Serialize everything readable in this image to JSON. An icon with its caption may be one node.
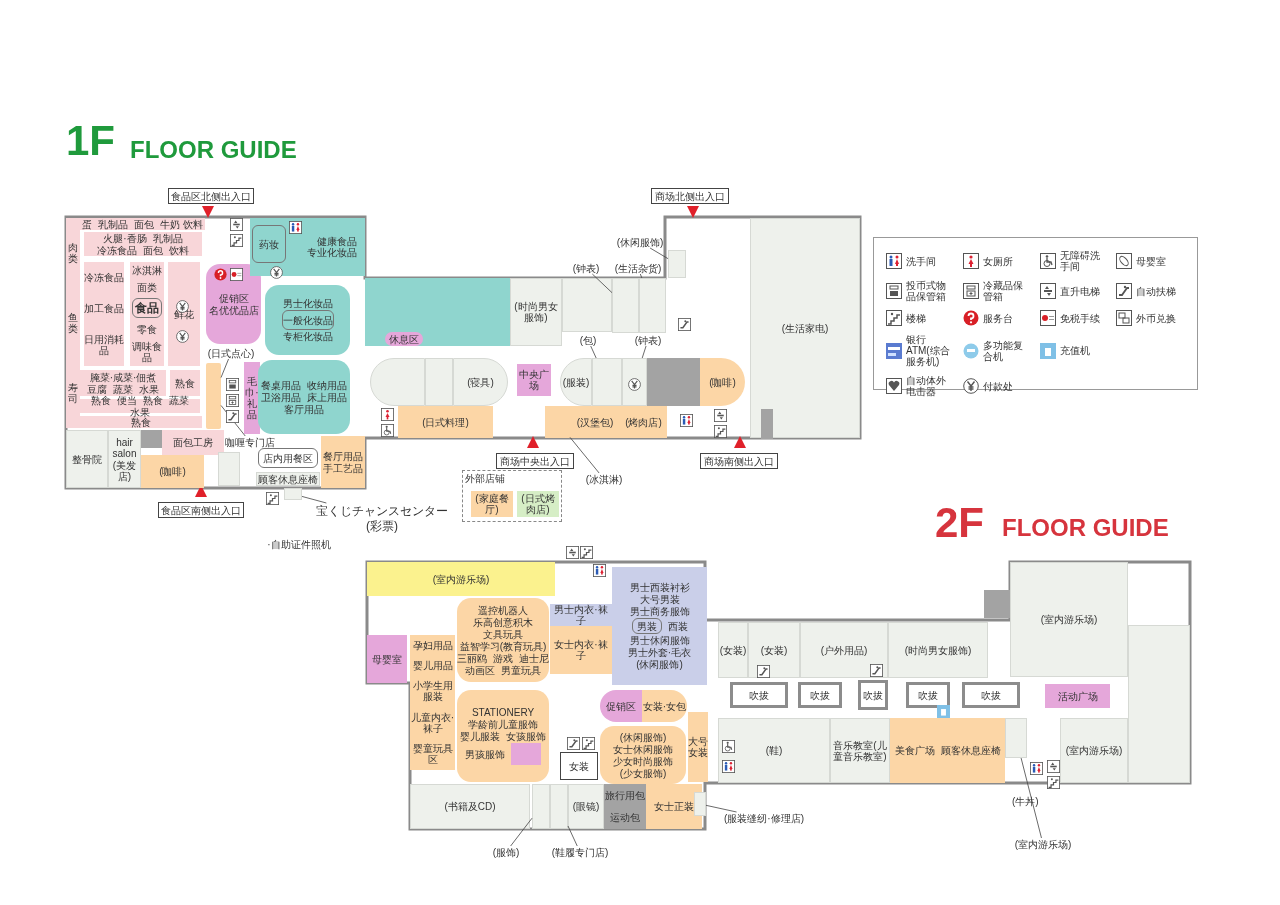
{
  "diagram": {
    "nodes": [
      {
        "text": [
          "食品区北侧出入口"
        ]
      },
      {
        "text": [
          "商场北侧出入口"
        ]
      },
      {
        "text": [
          "商场中央出入口"
        ]
      },
      {
        "text": [
          "商场南侧出入口"
        ]
      },
      {
        "text": [
          "食品区南侧出入口"
        ]
      },
      {
        "text": [
          "蛋",
          "乳制品",
          "面包",
          "牛奶 饮料"
        ]
      },
      {
        "text": [
          "肉类",
          "鱼类",
          "寿司"
        ]
      },
      {
        "text": [
          "熟食"
        ]
      },
      {
        "text": [
          "火腿·香肠",
          "乳制品",
          "冷冻食品",
          "面包",
          "饮料"
        ]
      },
      {
        "text": [
          "冷冻食品",
          "加工食品",
          "日用消耗品"
        ]
      },
      {
        "text": [
          "冰淇淋",
          "面类",
          "零食",
          "调味食品"
        ]
      },
      {
        "text": [
          "食品"
        ],
        "in": 10
      },
      {
        "text": [
          "鲜花"
        ]
      },
      {
        "text": [
          "腌菜·咸菜·佃煮",
          "豆腐",
          "蔬菜",
          "水果"
        ]
      },
      {
        "text": [
          "熟食"
        ]
      },
      {
        "text": [
          "熟食",
          "便当",
          "熟食",
          "蔬菜",
          "水果"
        ]
      },
      {
        "text": [
          "整骨院"
        ]
      },
      {
        "text": [
          "hair salon",
          "(美发店)"
        ]
      },
      {
        "text": [],
        "shape": "box"
      },
      {
        "text": [
          "面包工房"
        ]
      },
      {
        "text": [
          "(咖啡)"
        ]
      },
      {
        "text": [
          "促销区",
          "名优优品店"
        ]
      },
      {
        "text": [
          "毛巾·礼品"
        ]
      },
      {
        "text": [],
        "shape": "bar"
      },
      {
        "text": [
          "(日式点心)"
        ]
      },
      {
        "text": [
          "咖喱专门店"
        ]
      },
      {
        "text": [
          "健康食品",
          "专业化妆品"
        ]
      },
      {
        "text": [
          "男士化妆品",
          "专柜化妆品"
        ]
      },
      {
        "text": [
          "一般化妆品"
        ],
        "in": 27
      },
      {
        "text": [
          "药妆"
        ],
        "in": 26
      },
      {
        "text": [
          "餐桌用品",
          "收纳用品",
          "卫浴用品",
          "床上用品",
          "客厅用品"
        ]
      },
      {
        "text": [
          "餐厅用品",
          "手工艺品"
        ]
      },
      {
        "text": [
          "顾客休息座椅"
        ]
      },
      {
        "text": [],
        "shape": "box"
      },
      {
        "text": [
          "宝くじチャンスセンター",
          "(彩票)"
        ]
      },
      {
        "text": [],
        "shape": "box"
      },
      {
        "text": [
          "·自助证件照机"
        ]
      },
      {
        "text": [],
        "shape": "box"
      },
      {
        "text": [
          "休息区"
        ],
        "in": 37
      },
      {
        "text": [
          "(时尚男女服饰)"
        ]
      },
      {
        "text": [],
        "shape": "box"
      },
      {
        "text": [],
        "shape": "box"
      },
      {
        "text": [],
        "shape": "box"
      },
      {
        "text": [],
        "shape": "box"
      },
      {
        "text": [
          "(钟表)"
        ]
      },
      {
        "text": [
          "(生活杂货)"
        ]
      },
      {
        "text": [
          "(休闲服饰)"
        ]
      },
      {
        "text": [],
        "shape": "box"
      },
      {
        "text": [],
        "shape": "box"
      },
      {
        "text": [
          "(寝具)"
        ]
      },
      {
        "text": [
          "中央广场"
        ]
      },
      {
        "text": [
          "(服装)"
        ]
      },
      {
        "text": [],
        "shape": "box"
      },
      {
        "text": [],
        "shape": "box"
      },
      {
        "text": [],
        "shape": "box"
      },
      {
        "text": [
          "(咖啡)"
        ]
      },
      {
        "text": [
          "(包)"
        ]
      },
      {
        "text": [
          "(钟表)"
        ]
      },
      {
        "text": [
          "(生活家电)"
        ]
      },
      {
        "text": [],
        "shape": "box",
        "in": 58
      },
      {
        "text": [
          "(日式料理)"
        ]
      },
      {
        "text": [],
        "shape": "box"
      },
      {
        "text": [
          "(汉堡包)"
        ]
      },
      {
        "text": [
          "(烤肉店)"
        ]
      },
      {
        "text": [
          "(冰淇淋)"
        ]
      },
      {
        "text": [
          "外部店铺"
        ]
      },
      {
        "text": [
          "(家庭餐厅)"
        ],
        "in": 65
      },
      {
        "text": [
          "(日式烤肉店)"
        ],
        "in": 65
      },
      {
        "text": [
          "(室内游乐场)"
        ]
      },
      {
        "text": [
          "母婴室"
        ]
      },
      {
        "text": [
          "孕妇用品",
          "婴儿用品",
          "小学生用服装",
          "儿童内衣·袜子",
          "婴童玩具区"
        ]
      },
      {
        "text": [
          "遥控机器人",
          "乐高创意积木",
          "文具玩具",
          "益智学习(教育玩具)",
          "三丽鸥",
          "游戏",
          "迪士尼",
          "动画区",
          "男童玩具"
        ]
      },
      {
        "text": [
          "男士内衣·袜子"
        ]
      },
      {
        "text": [
          "女士内衣·袜子"
        ]
      },
      {
        "text": [
          "男士西装衬衫",
          "大号男装",
          "男士商务服饰",
          "西装",
          "男士休闲服饰",
          "男士外套·毛衣",
          "(休闲服饰)"
        ]
      },
      {
        "text": [
          "男装"
        ],
        "in": 74
      },
      {
        "text": [
          "促销区"
        ]
      },
      {
        "text": [
          "女装·女包"
        ]
      },
      {
        "text": [
          "STATIONERY",
          "学龄前儿童服饰",
          "婴儿服装",
          "女孩服饰",
          "男孩服饰"
        ]
      },
      {
        "text": [],
        "shape": "box",
        "in": 78
      },
      {
        "text": [
          "女装"
        ]
      },
      {
        "text": [
          "(休闲服饰)",
          "女士休闲服饰",
          "少女时尚服饰",
          "(少女服饰)"
        ]
      },
      {
        "text": [
          "大号女装"
        ]
      },
      {
        "text": [
          "(书籍及CD)"
        ]
      },
      {
        "text": [],
        "shape": "box"
      },
      {
        "text": [],
        "shape": "box"
      },
      {
        "text": [
          "(眼镜)"
        ]
      },
      {
        "text": [
          "旅行用包"
        ]
      },
      {
        "text": [
          "运动包"
        ]
      },
      {
        "text": [
          "女士正装"
        ]
      },
      {
        "text": [
          "(服饰)"
        ]
      },
      {
        "text": [
          "(鞋履专门店)"
        ]
      },
      {
        "text": [],
        "shape": "box"
      },
      {
        "text": [
          "(服装缝纫·修理店)"
        ]
      },
      {
        "text": [
          "(女装)"
        ]
      },
      {
        "text": [
          "(女装)"
        ]
      },
      {
        "text": [
          "(户外用品)"
        ]
      },
      {
        "text": [
          "(时尚男女服饰)"
        ]
      },
      {
        "text": [
          "(室内游乐场)"
        ]
      },
      {
        "text": [],
        "shape": "box"
      },
      {
        "text": [],
        "shape": "box"
      },
      {
        "text": [
          "吹拔"
        ]
      },
      {
        "text": [
          "吹拔"
        ]
      },
      {
        "text": [
          "吹拔"
        ]
      },
      {
        "text": [
          "吹拔"
        ]
      },
      {
        "text": [
          "吹拔"
        ]
      },
      {
        "text": [
          "活动广场"
        ]
      },
      {
        "text": [
          "(鞋)"
        ]
      },
      {
        "text": [
          "音乐教室(儿童音乐教室)"
        ]
      },
      {
        "text": [
          "美食广场",
          "顾客休息座椅"
        ]
      },
      {
        "text": [],
        "shape": "box"
      },
      {
        "text": [
          "(室内游乐场)"
        ]
      },
      {
        "text": [
          "(室内游乐场)"
        ]
      },
      {
        "text": [
          "店内用餐区"
        ]
      }
    ],
    "edges": [
      {
        "from": 24,
        "to": 23,
        "arrow": "none"
      },
      {
        "from": 25,
        "to": 23,
        "arrow": "none"
      },
      {
        "from": 34,
        "to": 35,
        "arrow": "none"
      },
      {
        "from": 44,
        "to": 41,
        "arrow": "none"
      },
      {
        "from": 45,
        "to": 42,
        "arrow": "none"
      },
      {
        "from": 46,
        "to": 43,
        "arrow": "none"
      },
      {
        "from": 56,
        "to": 52,
        "arrow": "none"
      },
      {
        "from": 57,
        "to": 53,
        "arrow": "none"
      },
      {
        "from": 64,
        "to": 61,
        "arrow": "none"
      },
      {
        "from": 90,
        "to": 84,
        "arrow": "none"
      },
      {
        "from": 91,
        "to": 85,
        "arrow": "none"
      },
      {
        "from": 93,
        "to": 92,
        "arrow": "none"
      },
      {
        "from": 112,
        "to": 110,
        "arrow": "none"
      }
    ],
    "labels": [
      "1F",
      "FLOOR GUIDE",
      "2F",
      "FLOOR GUIDE",
      "(牛丼)"
    ],
    "legend": [
      {
        "text": "洗手间"
      },
      {
        "text": "女厕所"
      },
      {
        "text": "无障碍洗手间"
      },
      {
        "text": "母婴室"
      },
      {
        "text": "投币式物品保管箱"
      },
      {
        "text": "冷藏品保管箱"
      },
      {
        "text": "直升电梯"
      },
      {
        "text": "自动扶梯"
      },
      {
        "text": "楼梯"
      },
      {
        "text": "服务台"
      },
      {
        "text": "免税手续"
      },
      {
        "text": "外币兑换"
      },
      {
        "text": "银行ATM(综合服务机)"
      },
      {
        "text": "多功能复合机"
      },
      {
        "text": "充值机"
      },
      {
        "text": "自动体外电击器"
      },
      {
        "text": "付款处"
      }
    ]
  }
}
